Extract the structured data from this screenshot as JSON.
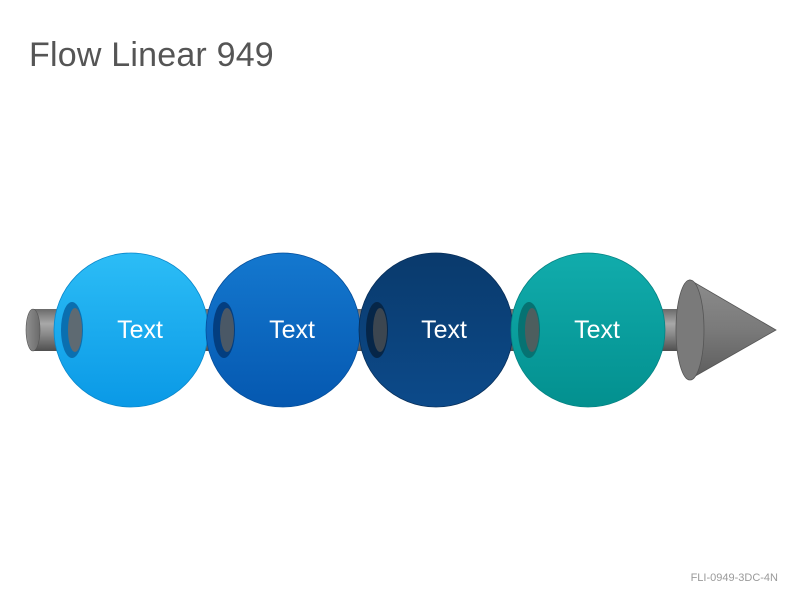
{
  "title": "Flow Linear 949",
  "code": "FLI-0949-3DC-4N",
  "steps": [
    {
      "label": "Text",
      "color_top": "#2cbdf6",
      "color_bottom": "#0a99e6"
    },
    {
      "label": "Text",
      "color_top": "#1478cf",
      "color_bottom": "#0558b0"
    },
    {
      "label": "Text",
      "color_top": "#0a3a6c",
      "color_bottom": "#0c4a8a"
    },
    {
      "label": "Text",
      "color_top": "#11acac",
      "color_bottom": "#03908f"
    }
  ],
  "colors": {
    "pipe_light": "#9a9a9a",
    "pipe_dark": "#5a5a5a",
    "arrow": "#7a7a7a"
  }
}
